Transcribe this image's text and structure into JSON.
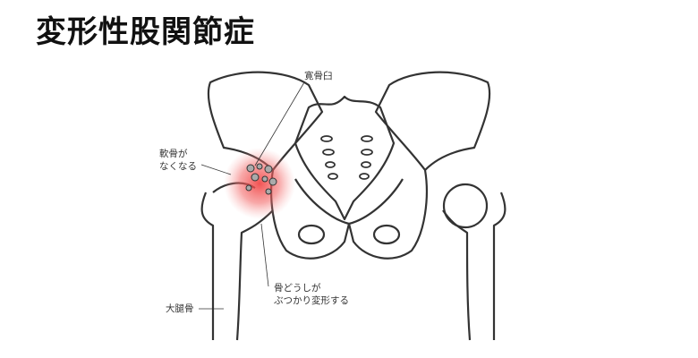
{
  "title": "変形性股関節症",
  "labels": {
    "acetabulum": "寛骨臼",
    "cartilage_line1": "軟骨が",
    "cartilage_line2": "なくなる",
    "bone_line1": "骨どうしが",
    "bone_line2": "ぶつかり変形する",
    "femur": "大腿骨"
  },
  "colors": {
    "inflammation": "#f04040",
    "outline": "#333333",
    "cyst": "#aaaaaa"
  }
}
